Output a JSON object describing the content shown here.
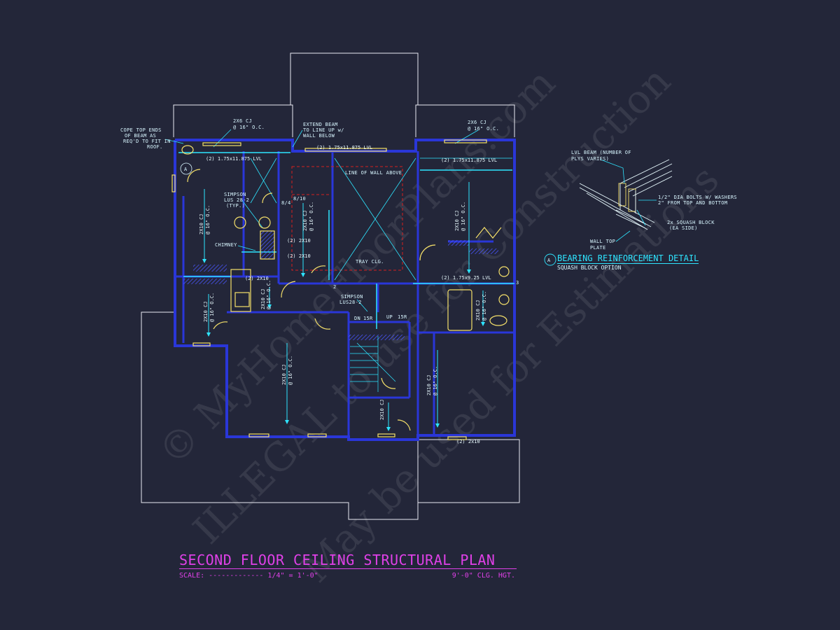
{
  "plan": {
    "title": "SECOND FLOOR CEILING STRUCTURAL PLAN",
    "scale_text": "SCALE: ------------- 1/4\" = 1'-0\"",
    "ceiling_height": "9'-0\" CLG. HGT."
  },
  "notes": {
    "cope_top": [
      "COPE TOP ENDS",
      "OF BEAM AS",
      "REQ'D TO FIT IN",
      "ROOF."
    ],
    "extend_beam": [
      "EXTEND BEAM",
      "TO LINE UP w/",
      "WALL BELOW"
    ],
    "cj_2x6_left": [
      "2X6 CJ",
      "@ 16\" O.C."
    ],
    "cj_2x6_right": [
      "2X6 CJ",
      "@ 16\" O.C."
    ],
    "simpson_lus": [
      "SIMPSON",
      "LUS 28-2",
      "(TYP.)"
    ],
    "simpson_lus28": [
      "SIMPSON",
      "LUS28-2"
    ],
    "chimney": "CHIMNEY",
    "line_of_wall_above": "LINE OF WALL ABOVE",
    "tray_clg": "TRAY CLG.",
    "beam_top_left": "(2) 1.75x11.875 LVL",
    "beam_top_center": "(2) 1.75x11.875 LVL",
    "beam_right_upper": "(2) 1.75x11.875 LVL",
    "beam_right_lower": "(2) 1.75x9.25 LVL",
    "two_2x10_a": "(2) 2X10",
    "two_2x10_b": "(2) 2X10",
    "two_2x10_c": "(2) 2X10",
    "two_2x10_bottom": "(2) 2x10",
    "pitch_a": "8/4",
    "pitch_b": "8/10",
    "cj_2x10_label": "2X10 CJ",
    "cj_spacing": "@ 16\" O.C.",
    "stair_dn": "DN",
    "stair_15r_a": "15R",
    "stair_up": "UP",
    "stair_15r_b": "15R",
    "detail_marker": "A",
    "grid_2": "2",
    "grid_3": "3"
  },
  "detail": {
    "marker": "A",
    "title": "BEARING REINFORCEMENT DETAIL",
    "subtitle": "SQUASH BLOCK OPTION",
    "lvl_beam": [
      "LVL BEAM (NUMBER OF",
      "PLYS VARIES)"
    ],
    "bolts": [
      "1/2\" DIA BOLTS W/ WASHERS",
      "2\" FROM TOP AND BOTTOM"
    ],
    "squash_block": [
      "2x SQUASH BLOCK",
      "(EA SIDE)"
    ],
    "wall_top_plate": [
      "WALL TOP",
      "PLATE"
    ]
  },
  "watermark": [
    "© MyHomeFloorPlans.com",
    "ILLEGAL to use for Construction",
    "May be used for Estimations"
  ],
  "colors": {
    "background": "#232639",
    "wall": "#2a36d8",
    "wall_fill": "#3b47ff",
    "annotation": "#2ee5ff",
    "fixture": "#f5e06a",
    "title": "#e040e8",
    "beam_hidden": "#d62020",
    "roof_outline": "#ffffff"
  }
}
